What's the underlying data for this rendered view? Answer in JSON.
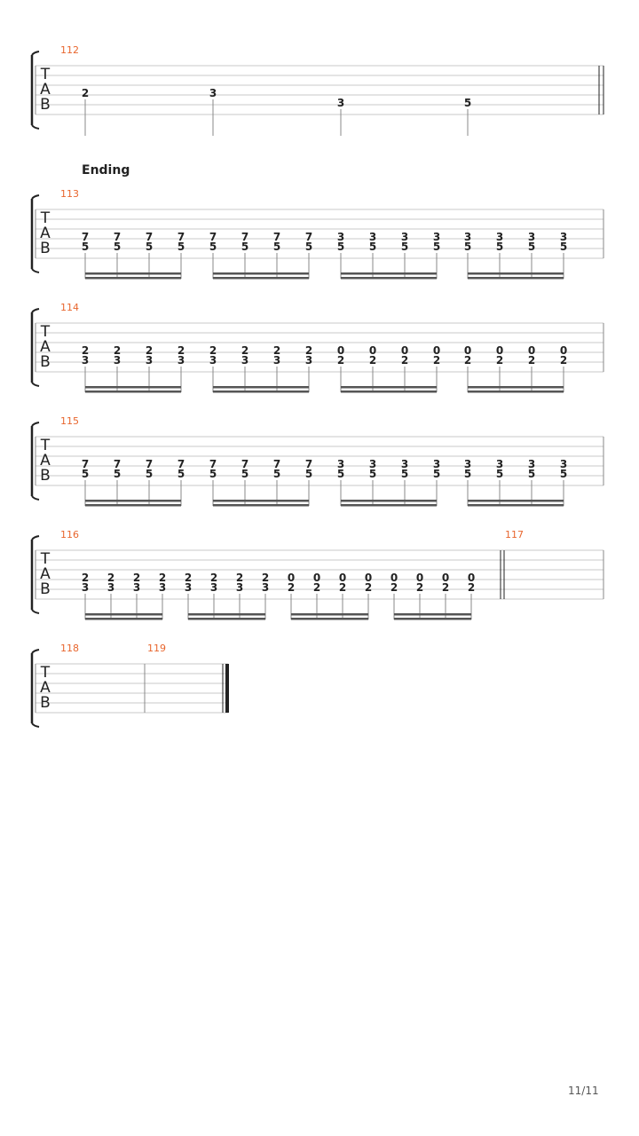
{
  "page": {
    "number_label": "11/11"
  },
  "colors": {
    "measure_number": "#e8662e",
    "staff_line": "#c8c8c8",
    "ink": "#222222"
  },
  "systems": [
    {
      "measures": [
        {
          "number": "112",
          "notes": [
            {
              "str": 2,
              "fret": "2"
            },
            {
              "str": 2,
              "fret": "3"
            },
            {
              "str": 3,
              "fret": "3"
            },
            {
              "str": 3,
              "fret": "5"
            }
          ],
          "beamed": false
        }
      ],
      "final": false,
      "double_bar_end": true
    },
    {
      "section": "Ending",
      "measures": [
        {
          "number": "113",
          "chords": [
            [
              "7",
              "5"
            ],
            [
              "7",
              "5"
            ],
            [
              "7",
              "5"
            ],
            [
              "7",
              "5"
            ],
            [
              "7",
              "5"
            ],
            [
              "7",
              "5"
            ],
            [
              "7",
              "5"
            ],
            [
              "7",
              "5"
            ],
            [
              "3",
              "5"
            ],
            [
              "3",
              "5"
            ],
            [
              "3",
              "5"
            ],
            [
              "3",
              "5"
            ],
            [
              "3",
              "5"
            ],
            [
              "3",
              "5"
            ],
            [
              "3",
              "5"
            ],
            [
              "3",
              "5"
            ]
          ],
          "beamed": true
        }
      ]
    },
    {
      "measures": [
        {
          "number": "114",
          "chords": [
            [
              "2",
              "3"
            ],
            [
              "2",
              "3"
            ],
            [
              "2",
              "3"
            ],
            [
              "2",
              "3"
            ],
            [
              "2",
              "3"
            ],
            [
              "2",
              "3"
            ],
            [
              "2",
              "3"
            ],
            [
              "2",
              "3"
            ],
            [
              "0",
              "2"
            ],
            [
              "0",
              "2"
            ],
            [
              "0",
              "2"
            ],
            [
              "0",
              "2"
            ],
            [
              "0",
              "2"
            ],
            [
              "0",
              "2"
            ],
            [
              "0",
              "2"
            ],
            [
              "0",
              "2"
            ]
          ],
          "beamed": true
        }
      ]
    },
    {
      "measures": [
        {
          "number": "115",
          "chords": [
            [
              "7",
              "5"
            ],
            [
              "7",
              "5"
            ],
            [
              "7",
              "5"
            ],
            [
              "7",
              "5"
            ],
            [
              "7",
              "5"
            ],
            [
              "7",
              "5"
            ],
            [
              "7",
              "5"
            ],
            [
              "7",
              "5"
            ],
            [
              "3",
              "5"
            ],
            [
              "3",
              "5"
            ],
            [
              "3",
              "5"
            ],
            [
              "3",
              "5"
            ],
            [
              "3",
              "5"
            ],
            [
              "3",
              "5"
            ],
            [
              "3",
              "5"
            ],
            [
              "3",
              "5"
            ]
          ],
          "beamed": true
        }
      ]
    },
    {
      "measures": [
        {
          "number": "116",
          "chords": [
            [
              "2",
              "3"
            ],
            [
              "2",
              "3"
            ],
            [
              "2",
              "3"
            ],
            [
              "2",
              "3"
            ],
            [
              "2",
              "3"
            ],
            [
              "2",
              "3"
            ],
            [
              "2",
              "3"
            ],
            [
              "2",
              "3"
            ],
            [
              "0",
              "2"
            ],
            [
              "0",
              "2"
            ],
            [
              "0",
              "2"
            ],
            [
              "0",
              "2"
            ],
            [
              "0",
              "2"
            ],
            [
              "0",
              "2"
            ],
            [
              "0",
              "2"
            ],
            [
              "0",
              "2"
            ]
          ],
          "beamed": true
        },
        {
          "number": "117",
          "chords": [],
          "beamed": false
        }
      ]
    },
    {
      "measures": [
        {
          "number": "118",
          "chords": [],
          "beamed": false
        },
        {
          "number": "119",
          "chords": [],
          "beamed": false
        }
      ],
      "final": true
    }
  ]
}
